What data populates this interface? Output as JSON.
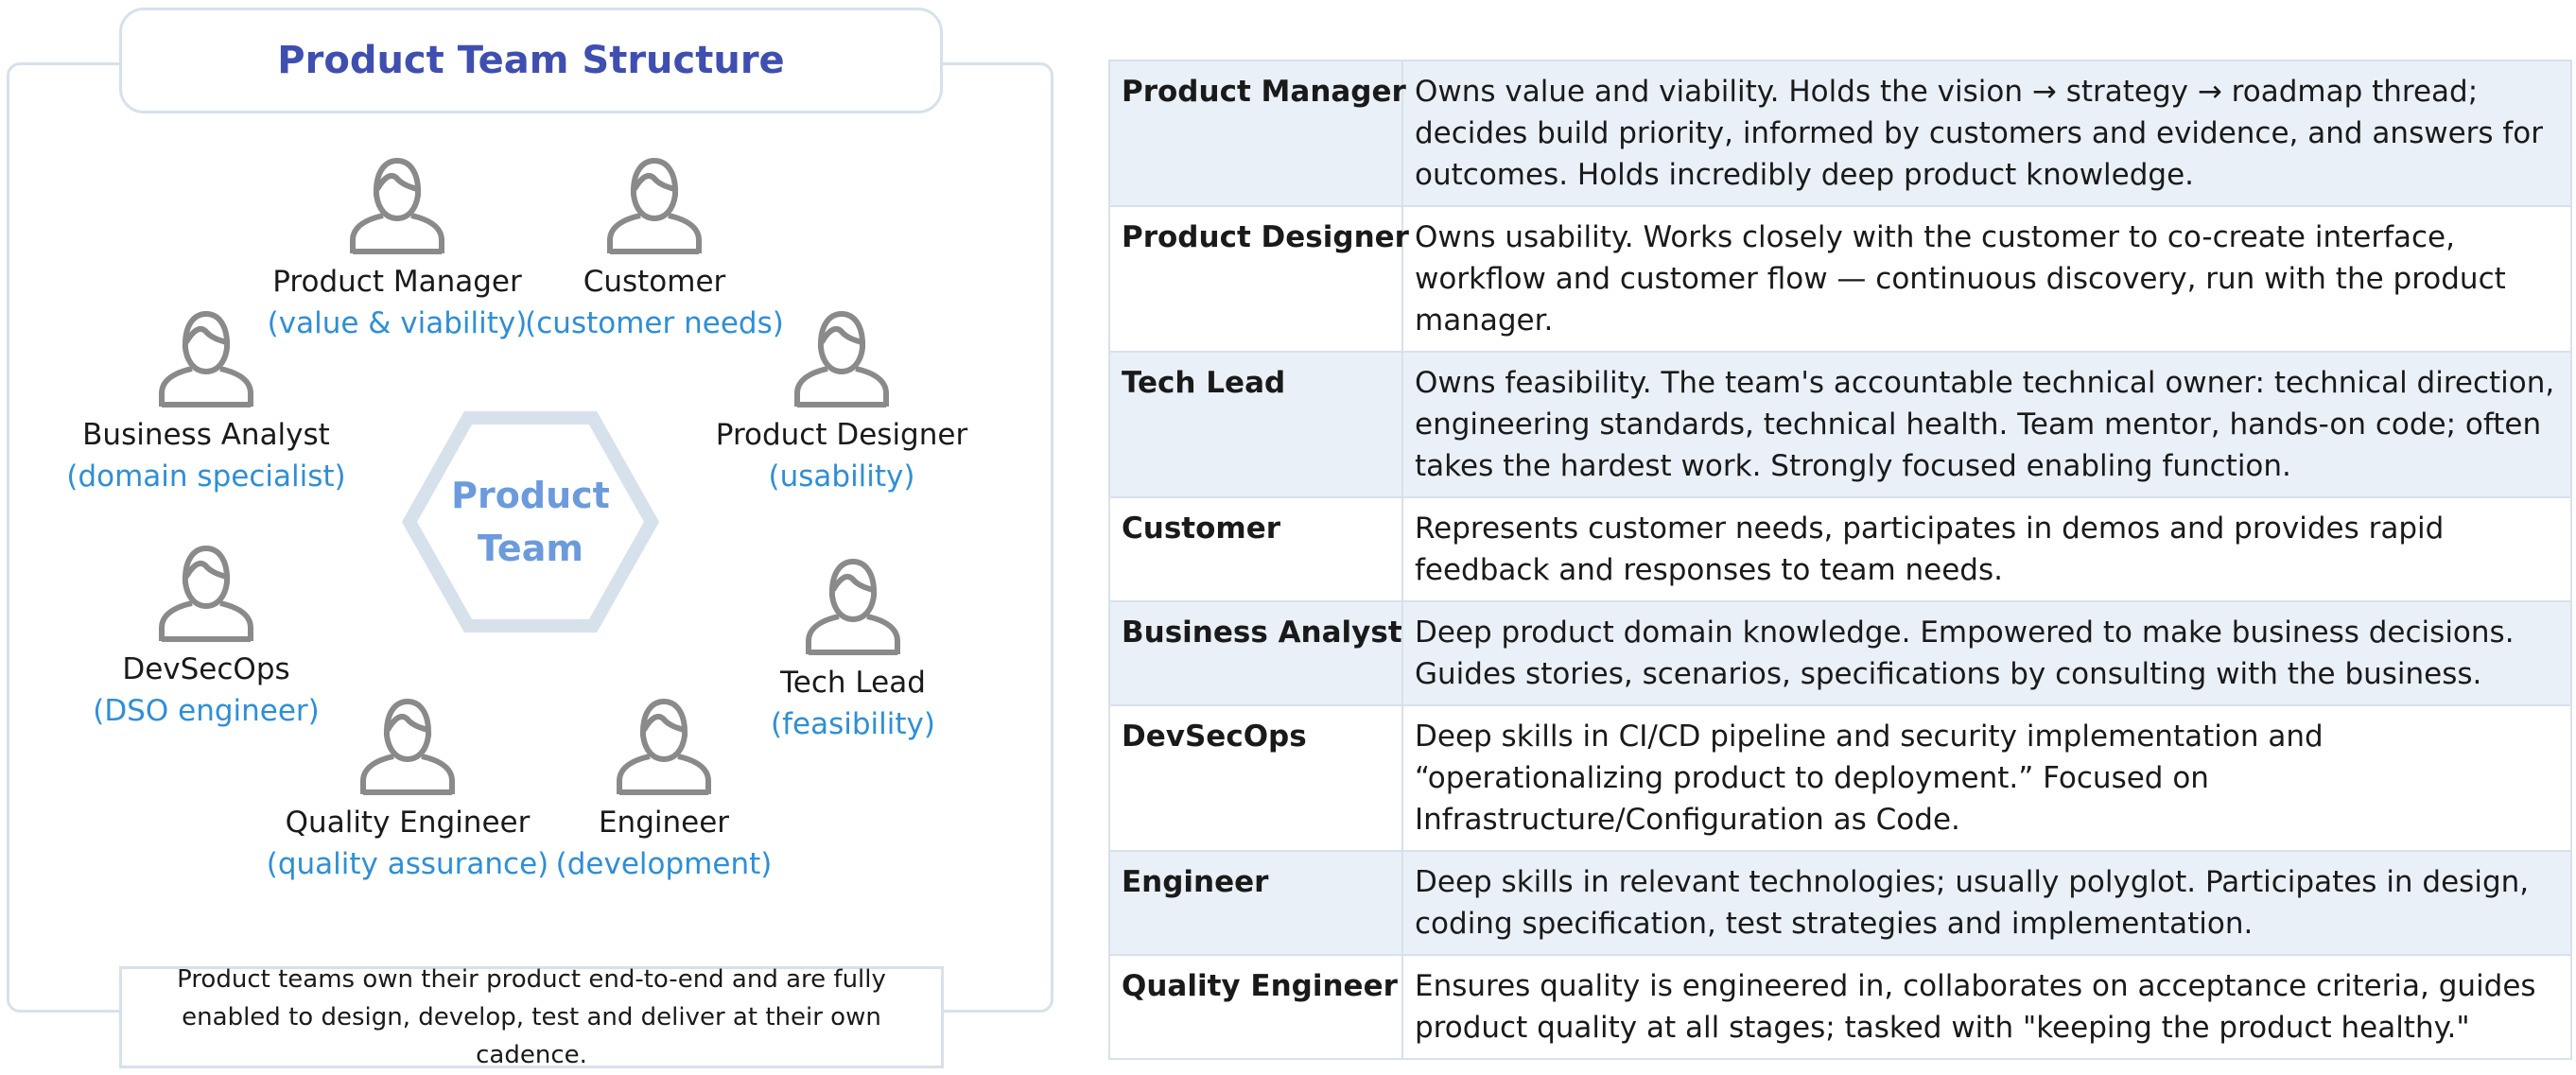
{
  "diagram": {
    "title": "Product Team Structure",
    "center_label_line1": "Product",
    "center_label_line2": "Team",
    "caption_line1": "Product teams own their product end-to-end and are fully",
    "caption_line2": "enabled to design, develop, test and deliver at their own cadence.",
    "roles": [
      {
        "name": "Product Manager",
        "desc": "(value & viability)"
      },
      {
        "name": "Customer",
        "desc": "(customer needs)"
      },
      {
        "name": "Business Analyst",
        "desc": "(domain specialist)"
      },
      {
        "name": "Product Designer",
        "desc": "(usability)"
      },
      {
        "name": "DevSecOps",
        "desc": "(DSO engineer)"
      },
      {
        "name": "Tech Lead",
        "desc": "(feasibility)"
      },
      {
        "name": "Quality Engineer",
        "desc": "(quality assurance)"
      },
      {
        "name": "Engineer",
        "desc": "(development)"
      }
    ],
    "icon": "person-outline-icon",
    "colors": {
      "title": "#3f4fb0",
      "center": "#6b9bdc",
      "role_desc": "#2e8fd6",
      "border": "#d6e1ec"
    }
  },
  "table": {
    "rows": [
      {
        "role": "Product Manager",
        "text": "Owns value and viability. Holds the vision → strategy → roadmap thread; decides build priority, informed by customers and evidence, and answers for outcomes. Holds incredibly deep product knowledge."
      },
      {
        "role": "Product Designer",
        "text": "Owns usability. Works closely with the customer to co-create interface, workflow and customer flow — continuous discovery, run with the product manager."
      },
      {
        "role": "Tech Lead",
        "text": "Owns feasibility. The team's accountable technical owner: technical direction, engineering standards, technical health. Team mentor, hands-on code; often takes the hardest work. Strongly focused enabling function."
      },
      {
        "role": "Customer",
        "text": "Represents customer needs, participates in demos and provides rapid feedback and responses to team needs."
      },
      {
        "role": "Business Analyst",
        "text": "Deep product domain knowledge. Empowered to make business decisions. Guides stories, scenarios, specifications by consulting with the business."
      },
      {
        "role": "DevSecOps",
        "text": "Deep skills in CI/CD pipeline and security implementation and “operationalizing product to deployment.” Focused on Infrastructure/Configuration as Code."
      },
      {
        "role": "Engineer",
        "text": "Deep skills in relevant technologies; usually polyglot. Participates in design, coding specification, test strategies and implementation."
      },
      {
        "role": "Quality Engineer",
        "text": "Ensures quality is engineered in, collaborates on acceptance criteria, guides product quality at all stages; tasked with \"keeping the product healthy.\""
      }
    ]
  }
}
